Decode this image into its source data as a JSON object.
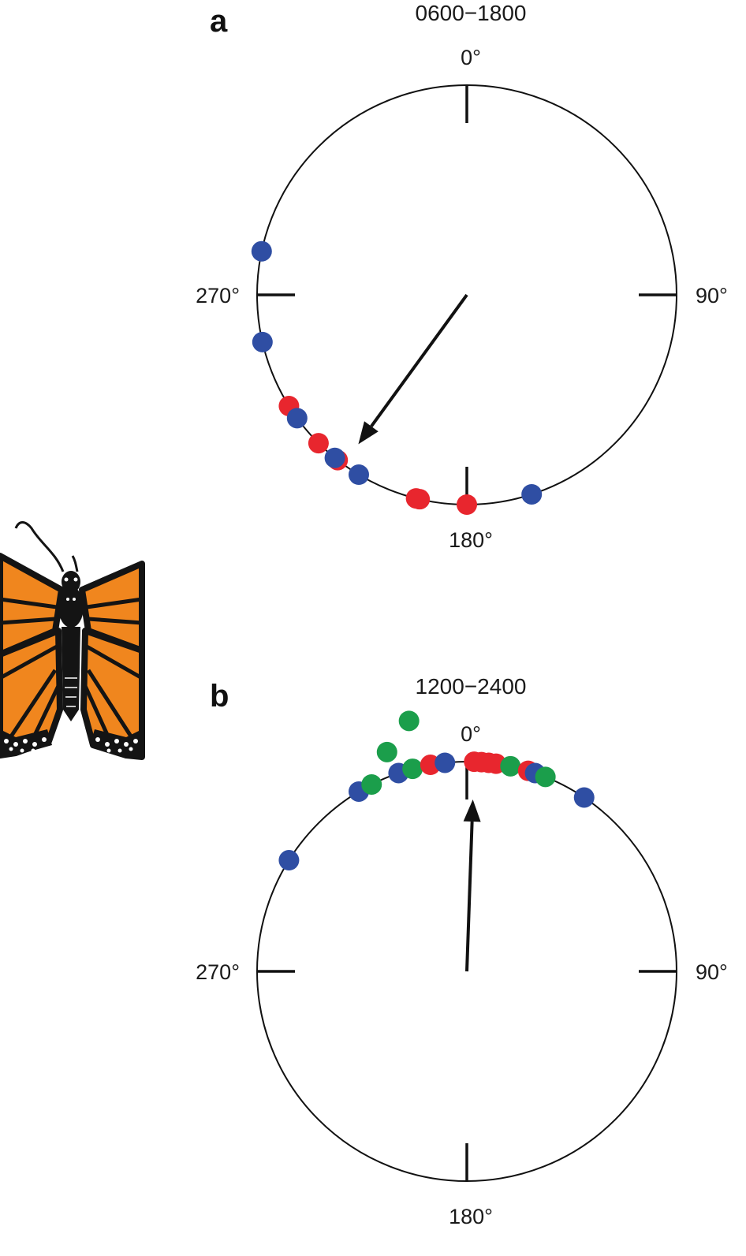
{
  "chart_data": [
    {
      "type": "scatter",
      "panel_label": "a",
      "title": "0600−1800",
      "tick_labels": [
        "0°",
        "90°",
        "180°",
        "270°"
      ],
      "mean_vector": {
        "angle_deg": 216,
        "length": 0.88
      },
      "points": [
        {
          "angle_deg": 282,
          "color": "blue"
        },
        {
          "angle_deg": 257,
          "color": "blue"
        },
        {
          "angle_deg": 238,
          "color": "red"
        },
        {
          "angle_deg": 234,
          "color": "blue"
        },
        {
          "angle_deg": 225,
          "color": "red"
        },
        {
          "angle_deg": 218,
          "color": "red"
        },
        {
          "angle_deg": 219,
          "color": "blue"
        },
        {
          "angle_deg": 211,
          "color": "blue"
        },
        {
          "angle_deg": 194,
          "color": "red"
        },
        {
          "angle_deg": 193,
          "color": "red"
        },
        {
          "angle_deg": 180,
          "color": "red"
        },
        {
          "angle_deg": 162,
          "color": "blue"
        }
      ]
    },
    {
      "type": "scatter",
      "panel_label": "b",
      "title": "1200−2400",
      "tick_labels": [
        "0°",
        "90°",
        "180°",
        "270°"
      ],
      "mean_vector": {
        "angle_deg": 2,
        "length": 0.82
      },
      "points": [
        {
          "angle_deg": 302,
          "color": "blue"
        },
        {
          "angle_deg": 329,
          "color": "blue"
        },
        {
          "angle_deg": 333,
          "color": "green"
        },
        {
          "angle_deg": 340,
          "color": "green",
          "stack": 2
        },
        {
          "angle_deg": 341,
          "color": "blue"
        },
        {
          "angle_deg": 345,
          "color": "green"
        },
        {
          "angle_deg": 347,
          "color": "green",
          "stack": 3
        },
        {
          "angle_deg": 350,
          "color": "red"
        },
        {
          "angle_deg": 354,
          "color": "blue"
        },
        {
          "angle_deg": 2,
          "color": "red"
        },
        {
          "angle_deg": 4,
          "color": "red"
        },
        {
          "angle_deg": 6,
          "color": "red"
        },
        {
          "angle_deg": 8,
          "color": "red"
        },
        {
          "angle_deg": 12,
          "color": "green"
        },
        {
          "angle_deg": 17,
          "color": "red"
        },
        {
          "angle_deg": 19,
          "color": "blue"
        },
        {
          "angle_deg": 22,
          "color": "green"
        },
        {
          "angle_deg": 34,
          "color": "blue"
        }
      ]
    }
  ],
  "colors": {
    "red": "#e8262e",
    "blue": "#2f4ea3",
    "green": "#1b9e4b",
    "butterfly_orange": "#f0861e",
    "butterfly_black": "#141414"
  },
  "illustration": {
    "name": "monarch-butterfly"
  }
}
